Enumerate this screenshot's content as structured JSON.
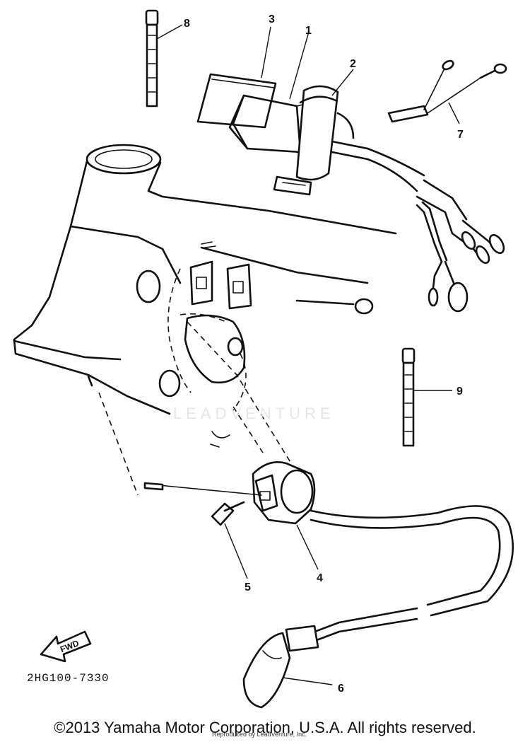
{
  "callouts": {
    "c1": "1",
    "c2": "2",
    "c3": "3",
    "c4": "4",
    "c5": "5",
    "c6": "6",
    "c7": "7",
    "c8": "8",
    "c9": "9"
  },
  "fwd_label": "FWD",
  "part_code": "2HG100-7330",
  "watermark": "LEADVENTURE",
  "copyright": "©2013 Yamaha Motor Corporation, U.S.A. All rights reserved.",
  "reproduced_by": "Reproduced by LeadVenture, Inc."
}
